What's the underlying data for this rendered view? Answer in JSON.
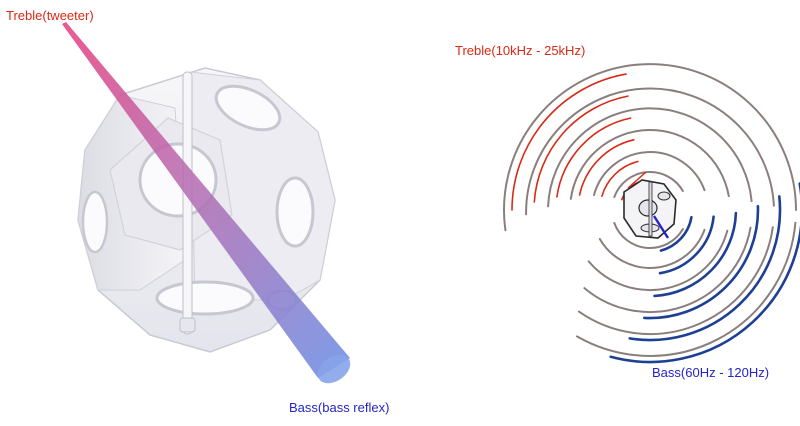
{
  "colors": {
    "treble": "#d82a16",
    "bass": "#2424c8",
    "wave_gray": "#8a7f7c",
    "wave_bass": "#1d3f94",
    "body_light": "#f4f4f8",
    "body_shadow": "#d9d9e2"
  },
  "left_diagram": {
    "treble_label": "Treble(tweeter)",
    "bass_label": "Bass(bass reflex)"
  },
  "right_diagram": {
    "treble_label": "Treble(10kHz - 25kHz)",
    "bass_label": "Bass(60Hz - 120Hz)"
  }
}
